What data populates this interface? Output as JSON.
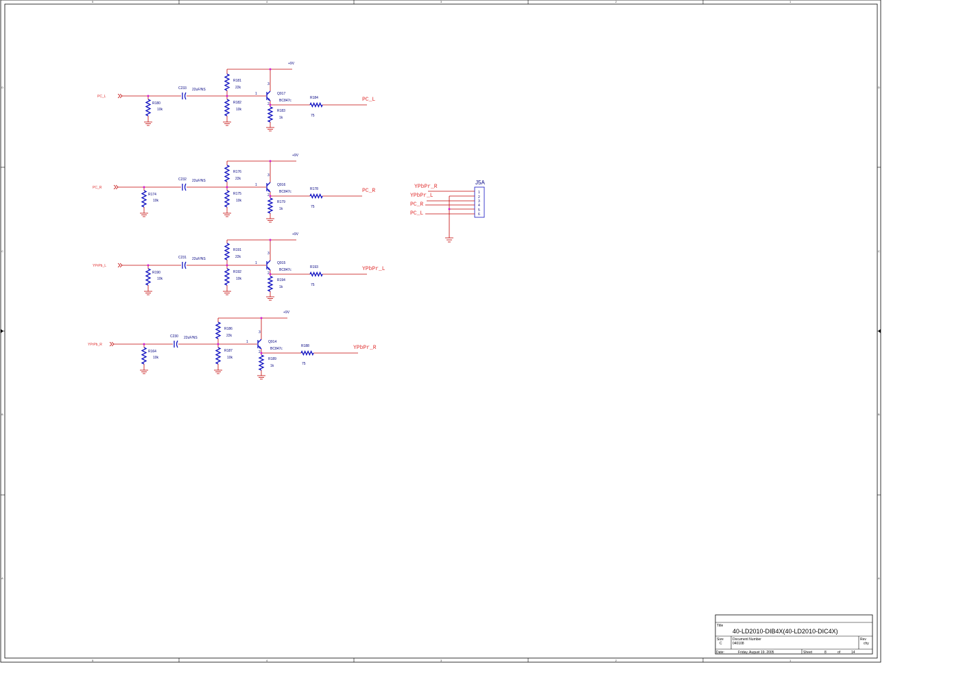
{
  "frame": {
    "zones_top": [
      "5",
      "4",
      "3",
      "2",
      "1"
    ],
    "zones_side": [
      "D",
      "C",
      "B",
      "A"
    ]
  },
  "stages": [
    {
      "input": "PC_L",
      "output": "PC_L",
      "supply": "+9V",
      "cap": {
        "ref": "C233",
        "value": "22uF/NS"
      },
      "r_in": {
        "ref": "R180",
        "value": "10k"
      },
      "r_top": {
        "ref": "R181",
        "value": "22k"
      },
      "r_bot": {
        "ref": "R182",
        "value": "10k"
      },
      "q": {
        "ref": "Q917",
        "value": "BC847c"
      },
      "r_e": {
        "ref": "R183",
        "value": "1k"
      },
      "r_out": {
        "ref": "R184",
        "value": "75"
      }
    },
    {
      "input": "PC_R",
      "output": "PC_R",
      "supply": "+9V",
      "cap": {
        "ref": "C232",
        "value": "22uF/NS"
      },
      "r_in": {
        "ref": "R174",
        "value": "10k"
      },
      "r_top": {
        "ref": "R176",
        "value": "22k"
      },
      "r_bot": {
        "ref": "R175",
        "value": "10k"
      },
      "q": {
        "ref": "Q916",
        "value": "BC847c"
      },
      "r_e": {
        "ref": "R179",
        "value": "1k"
      },
      "r_out": {
        "ref": "R178",
        "value": "75"
      }
    },
    {
      "input": "YPrPb_L",
      "output": "YPbPr_L",
      "supply": "+9V",
      "cap": {
        "ref": "C231",
        "value": "22uF/NS"
      },
      "r_in": {
        "ref": "R190",
        "value": "10k"
      },
      "r_top": {
        "ref": "R191",
        "value": "22k"
      },
      "r_bot": {
        "ref": "R192",
        "value": "10k"
      },
      "q": {
        "ref": "Q915",
        "value": "BC847c"
      },
      "r_e": {
        "ref": "R194",
        "value": "1k"
      },
      "r_out": {
        "ref": "R193",
        "value": "75"
      }
    },
    {
      "input": "YPrPb_R",
      "output": "YPbPr_R",
      "supply": "+9V",
      "cap": {
        "ref": "C230",
        "value": "22uF/NS"
      },
      "r_in": {
        "ref": "R164",
        "value": "10k"
      },
      "r_top": {
        "ref": "R186",
        "value": "22k"
      },
      "r_bot": {
        "ref": "R187",
        "value": "10k"
      },
      "q": {
        "ref": "Q914",
        "value": "BC847c"
      },
      "r_e": {
        "ref": "R189",
        "value": "1k"
      },
      "r_out": {
        "ref": "R188",
        "value": "75"
      }
    }
  ],
  "connector": {
    "ref": "J5A",
    "nets": [
      "YPbPr_R",
      "YPbPr_L",
      "PC_R",
      "PC_L"
    ],
    "pins": [
      "1",
      "2",
      "3",
      "4",
      "5",
      "6"
    ]
  },
  "title_block": {
    "title_label": "Title",
    "title": "40-LD2010-DIB4X(40-LD2010-DIC4X)",
    "size_label": "Size",
    "size": "C",
    "doc_label": "Document Number",
    "doc": "040108",
    "rev_label": "Rev",
    "rev": "chy",
    "date_label": "Date:",
    "date": "Friday, August 19, 2005",
    "sheet_label": "Sheet",
    "sheet": "8",
    "of_label": "of",
    "of": "14"
  }
}
